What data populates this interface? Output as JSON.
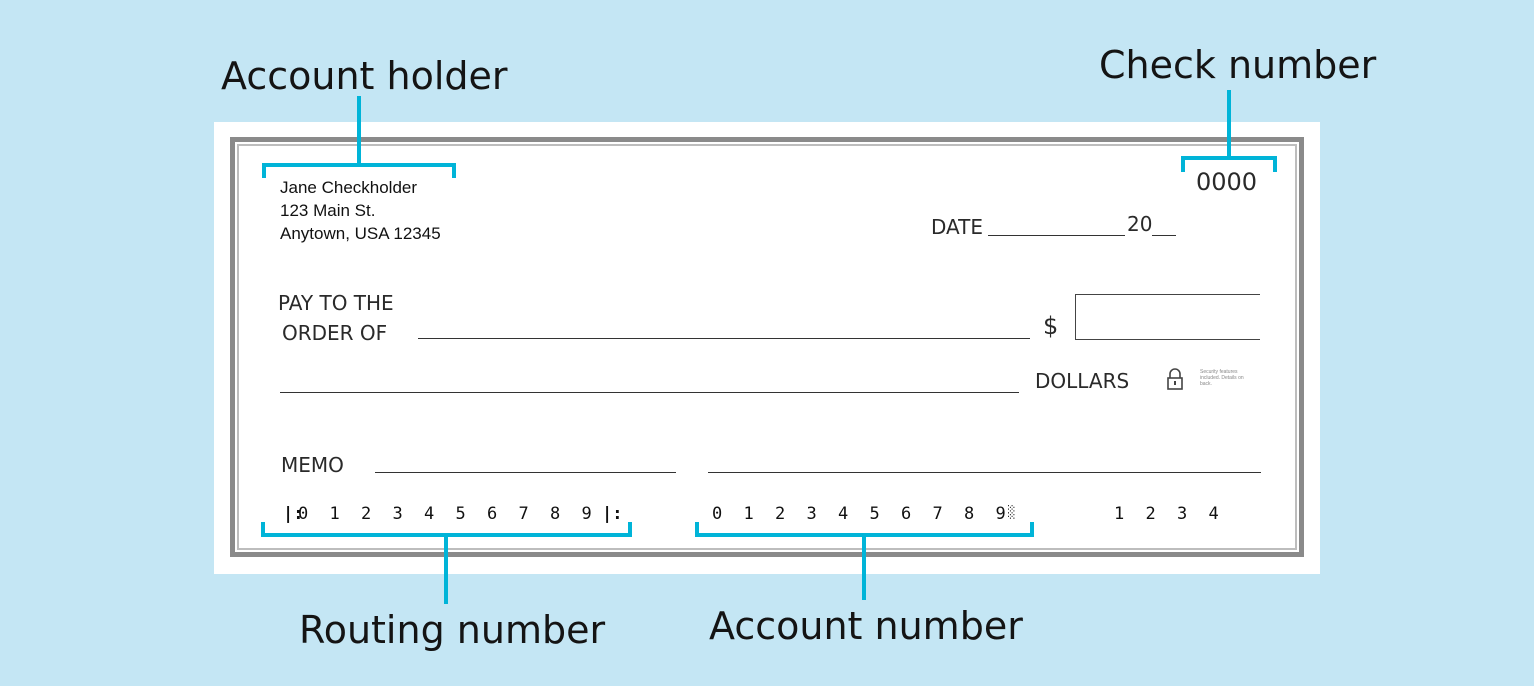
{
  "callouts": {
    "account_holder": "Account holder",
    "check_number": "Check number",
    "routing_number": "Routing number",
    "account_number": "Account number"
  },
  "check": {
    "holder_name": "Jane Checkholder",
    "holder_address_1": "123 Main St.",
    "holder_address_2": "Anytown, USA 12345",
    "check_number": "0000",
    "date_label": "DATE",
    "date_year_prefix": "20",
    "pay_to_line_1": "PAY TO THE",
    "pay_to_line_2": "ORDER OF",
    "dollar_sign": "$",
    "dollars_label": "DOLLARS",
    "memo_label": "MEMO",
    "security_note": "Security features included. Details on back.",
    "micr": {
      "routing_open": "|:",
      "routing_digits": [
        "0",
        "1",
        "2",
        "3",
        "4",
        "5",
        "6",
        "7",
        "8",
        "9"
      ],
      "routing_close": "|:",
      "account_digits": [
        "0",
        "1",
        "2",
        "3",
        "4",
        "5",
        "6",
        "7",
        "8",
        "9"
      ],
      "account_close": "░",
      "check_digits": [
        "1",
        "2",
        "3",
        "4"
      ]
    }
  },
  "colors": {
    "background": "#c4e6f4",
    "accent": "#00b4d8",
    "check_border": "#8a8a8a"
  },
  "icons": {
    "lock": "padlock-icon"
  }
}
